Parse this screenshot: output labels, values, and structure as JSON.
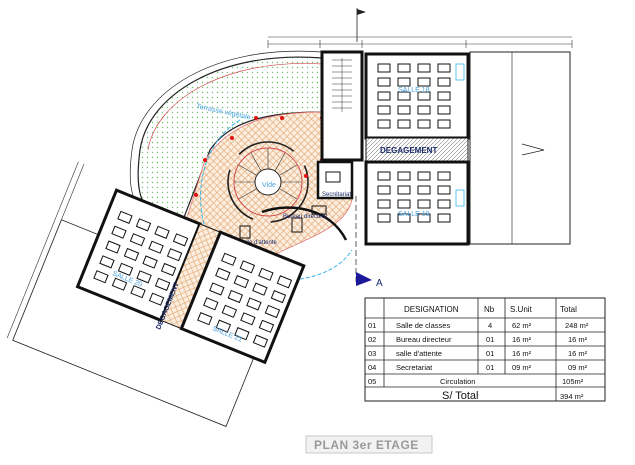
{
  "rooms": {
    "salle_top": "SALLE 18",
    "salle_mid": "SALLE 19",
    "salle_left": "SALLE 20",
    "salle_bottom": "SALLE 21",
    "degagement_right": "DEGAGEMENT",
    "degagement_left": "DEGAGEMENT",
    "terrasse": "Terrasse végétale",
    "vide": "Vide",
    "bureau": "Bureau directeur",
    "salle_attente": "salle d'attente",
    "secretariat": "Secrétariat"
  },
  "section_marker": "A",
  "table": {
    "headers": [
      "DESIGNATION",
      "Nb",
      "S.Unit",
      "Total"
    ],
    "rows": [
      {
        "num": "01",
        "designation": "Salle de classes",
        "nb": "4",
        "sunit": "62 m²",
        "total": "248 m²"
      },
      {
        "num": "02",
        "designation": "Bureau directeur",
        "nb": "01",
        "sunit": "16 m²",
        "total": "16 m²"
      },
      {
        "num": "03",
        "designation": "salle d'attente",
        "nb": "01",
        "sunit": "16 m²",
        "total": "16 m²"
      },
      {
        "num": "04",
        "designation": "Secretariat",
        "nb": "01",
        "sunit": "09 m²",
        "total": "09 m²"
      }
    ],
    "circulation": {
      "num": "05",
      "label": "Circulation",
      "total": "105m²"
    },
    "sum": {
      "label": "S/ Total",
      "total": "394 m²"
    }
  },
  "title": "PLAN 3er ETAGE",
  "colors": {
    "wall": "#111111",
    "terrace": "#8ed08e",
    "circulation": "#e8b88a",
    "annotation": "#4aa3e0",
    "marker": "#e01010"
  }
}
